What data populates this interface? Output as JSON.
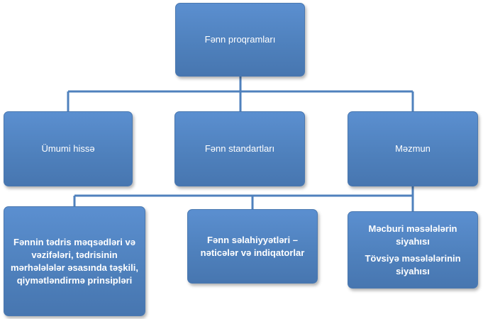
{
  "diagram": {
    "root": {
      "label": "Fənn proqramları"
    },
    "level1": [
      {
        "label": "Ümumi hissə"
      },
      {
        "label": "Fənn standartları"
      },
      {
        "label": "Məzmun"
      }
    ],
    "level2": [
      {
        "label": "Fənnin tədris məqsədləri və vəzifələri, tədrisinin mərhələlələr əsasında təşkili, qiymətləndirmə prinsipləri"
      },
      {
        "label": "Fənn səlahiyyətləri – nəticələr və indiqatorlar"
      },
      {
        "label": "Məcburi məsələlərin siyahısı",
        "label2": "Tövsiyə məsələlərinin siyahısı"
      }
    ],
    "colors": {
      "box_fill": "#4f81bd",
      "connector": "#4f81bd",
      "text": "#ffffff"
    }
  }
}
